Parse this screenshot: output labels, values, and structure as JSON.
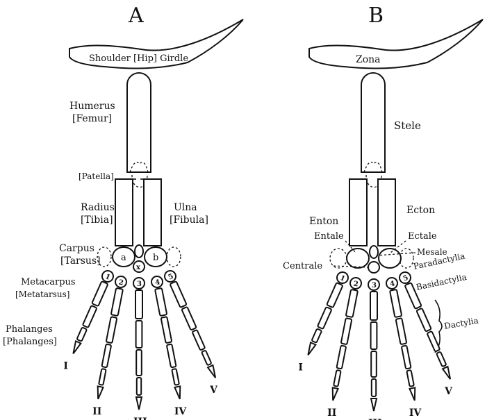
{
  "panels": {
    "A": {
      "letter": "A",
      "girdle": "Shoulder [Hip] Girdle",
      "upper_bone": [
        "Humerus",
        "[Femur]"
      ],
      "patella": "[Patella]",
      "radius": [
        "Radius",
        "[Tibia]"
      ],
      "ulna": [
        "Ulna",
        "[Fibula]"
      ],
      "carpus": [
        "Carpus",
        "[Tarsus]"
      ],
      "metacarpus": [
        "Metacarpus",
        "[Metatarsus]"
      ],
      "phalanges": [
        "Phalanges",
        "[Phalanges]"
      ],
      "carpal_a": "a",
      "carpal_b": "b",
      "carpal_x": "x",
      "digit_numbers": [
        "1",
        "2",
        "3",
        "4",
        "5"
      ],
      "roman": [
        "I",
        "II",
        "III",
        "IV",
        "V"
      ]
    },
    "B": {
      "letter": "B",
      "girdle": "Zona",
      "upper_bone": "Stele",
      "enton": "Enton",
      "ecton": "Ecton",
      "entale": "Entale",
      "ectale": "Ectale",
      "mesale": "Mesale",
      "centrale": "Centrale",
      "paradactylia": "Paradactylia",
      "basidactylia": "Basidactylia",
      "dactylia": "Dactylia",
      "digit_numbers": [
        "1",
        "2",
        "3",
        "4",
        "5"
      ],
      "roman": [
        "I",
        "II",
        "III",
        "IV",
        "V"
      ]
    }
  },
  "colors": {
    "ink": "#111111",
    "paper": "#ffffff"
  }
}
